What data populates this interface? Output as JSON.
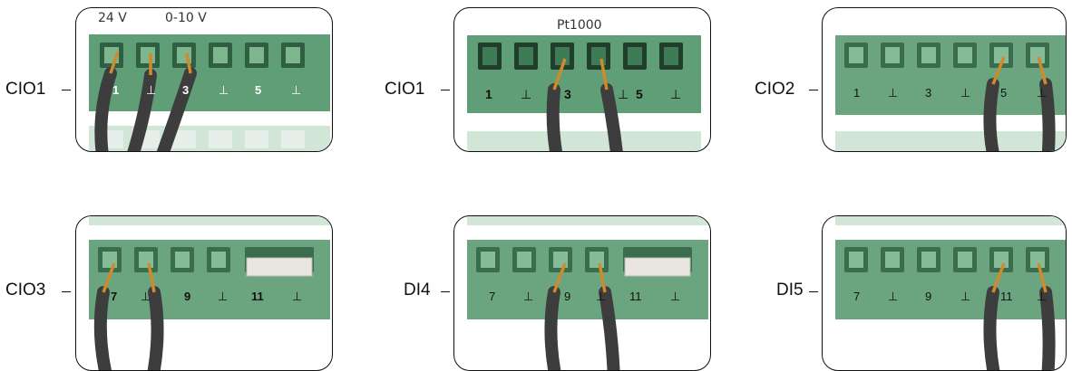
{
  "colors": {
    "terminal_green": "#5f9e76",
    "terminal_dark": "#2f5e43",
    "cable_gray": "#3d3d3d",
    "wire_copper": "#d08a2c"
  },
  "panels": [
    {
      "label": "CIO1",
      "captions": [
        "24 V",
        "0-10 V"
      ],
      "pins": [
        "1",
        "⊥",
        "3",
        "⊥",
        "5",
        "⊥"
      ]
    },
    {
      "label": "CIO1",
      "captions": [
        "Pt1000"
      ],
      "pins": [
        "1",
        "⊥",
        "3",
        "⊥",
        "5",
        "⊥"
      ]
    },
    {
      "label": "CIO2",
      "captions": [],
      "pins": [
        "1",
        "⊥",
        "3",
        "⊥",
        "5",
        "⊥"
      ]
    },
    {
      "label": "CIO3",
      "captions": [],
      "pins": [
        "7",
        "⊥",
        "9",
        "⊥",
        "11",
        "⊥"
      ]
    },
    {
      "label": "DI4",
      "captions": [],
      "pins": [
        "7",
        "⊥",
        "9",
        "⊥",
        "11",
        "⊥"
      ]
    },
    {
      "label": "DI5",
      "captions": [],
      "pins": [
        "7",
        "⊥",
        "9",
        "⊥",
        "11",
        "⊥"
      ]
    }
  ]
}
